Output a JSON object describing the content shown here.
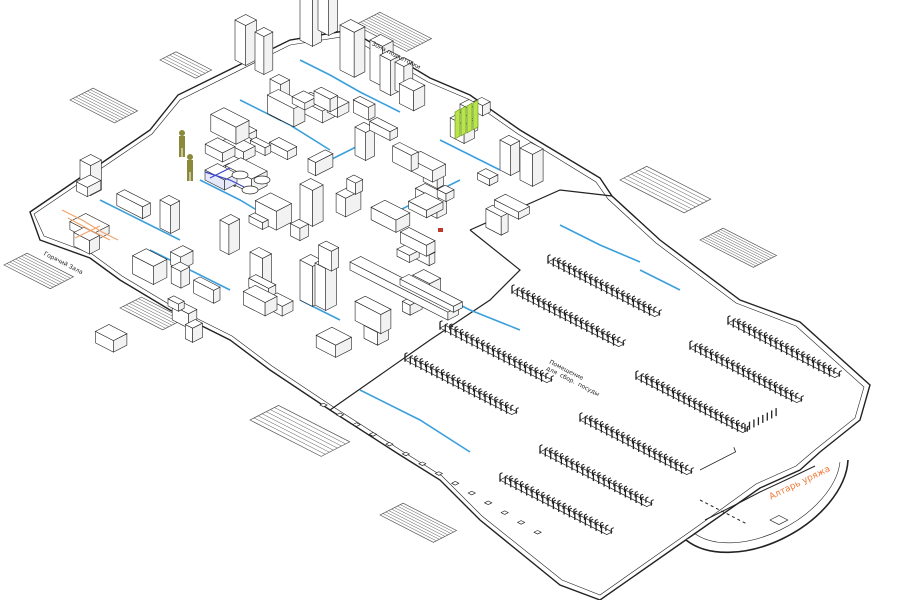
{
  "labels": {
    "left_room": "Горячий  Зала",
    "mid_room": "Помещение\nдля  сбор.  посуды",
    "accent_room": "Алтарь уряжа",
    "top_room": "Зона  подготовки"
  },
  "colors": {
    "line": "#222222",
    "floor_line": "#555555",
    "duct": "#3aa0dc",
    "accent_text": "#f07a3a",
    "pipe_orange": "#f3a36b",
    "highlight_green": "#b6e64a",
    "figure_olive": "#8a8a3a",
    "equipment_blue": "#3b47c9"
  },
  "icons": {
    "person": "person-figure-icon",
    "table": "banquet-table-icon"
  }
}
